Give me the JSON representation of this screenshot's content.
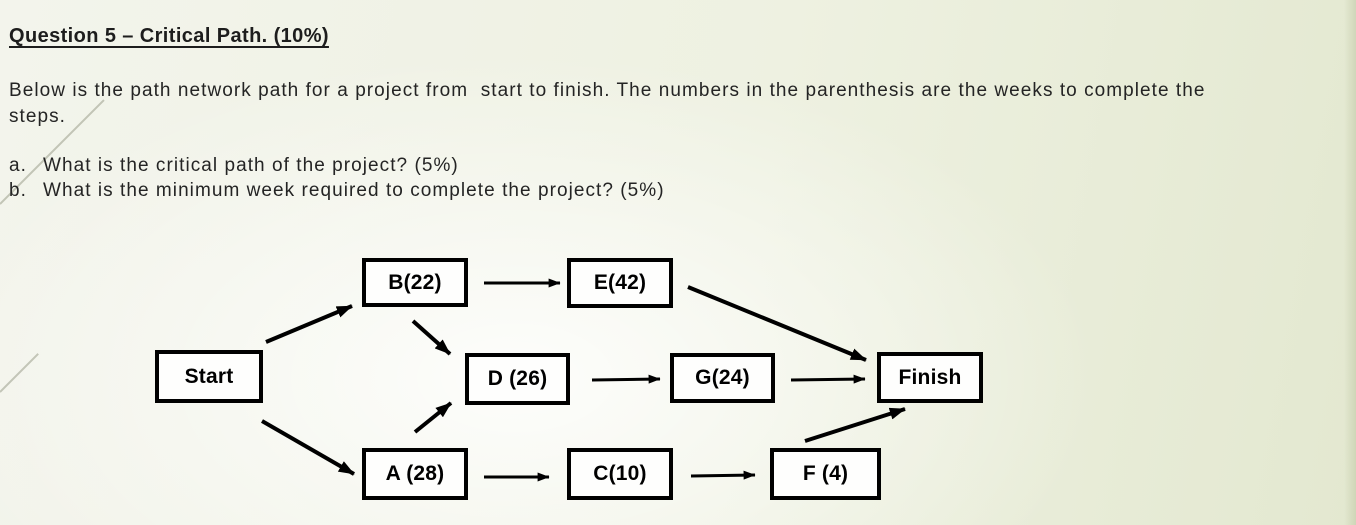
{
  "slide": {
    "title": "Question 5 – Critical Path. (10%)",
    "intro": {
      "lines": [
        "Below is the path network path for a project from  start to finish. The numbers in the parenthesis are the weeks to complete the",
        "steps."
      ]
    },
    "questions": [
      {
        "marker": "a.",
        "text": "What is the critical path of the project? (5%)"
      },
      {
        "marker": "b.",
        "text": "What is the minimum week required to complete the project? (5%)"
      }
    ]
  },
  "diagram": {
    "nodes": [
      {
        "id": "Start",
        "label": "Start"
      },
      {
        "id": "B",
        "label": "B(22)",
        "weeks": 22
      },
      {
        "id": "E",
        "label": "E(42)",
        "weeks": 42
      },
      {
        "id": "D",
        "label": "D (26)",
        "weeks": 26
      },
      {
        "id": "G",
        "label": "G(24)",
        "weeks": 24
      },
      {
        "id": "Finish",
        "label": "Finish"
      },
      {
        "id": "A",
        "label": "A (28)",
        "weeks": 28
      },
      {
        "id": "C",
        "label": "C(10)",
        "weeks": 10
      },
      {
        "id": "F",
        "label": "F (4)",
        "weeks": 4
      }
    ],
    "edges": [
      {
        "from": "Start",
        "to": "B"
      },
      {
        "from": "Start",
        "to": "A"
      },
      {
        "from": "B",
        "to": "E"
      },
      {
        "from": "B",
        "to": "D"
      },
      {
        "from": "A",
        "to": "D"
      },
      {
        "from": "A",
        "to": "C"
      },
      {
        "from": "D",
        "to": "G"
      },
      {
        "from": "C",
        "to": "F"
      },
      {
        "from": "E",
        "to": "Finish"
      },
      {
        "from": "G",
        "to": "Finish"
      },
      {
        "from": "F",
        "to": "Finish"
      }
    ]
  },
  "colors": {
    "background_green": "#e3e8d0",
    "background_light": "#f3f4ec",
    "box_fill": "#fefefd",
    "box_border": "#000000",
    "arrow": "#000000",
    "text": "#242424",
    "decor_line": "#91968266"
  }
}
